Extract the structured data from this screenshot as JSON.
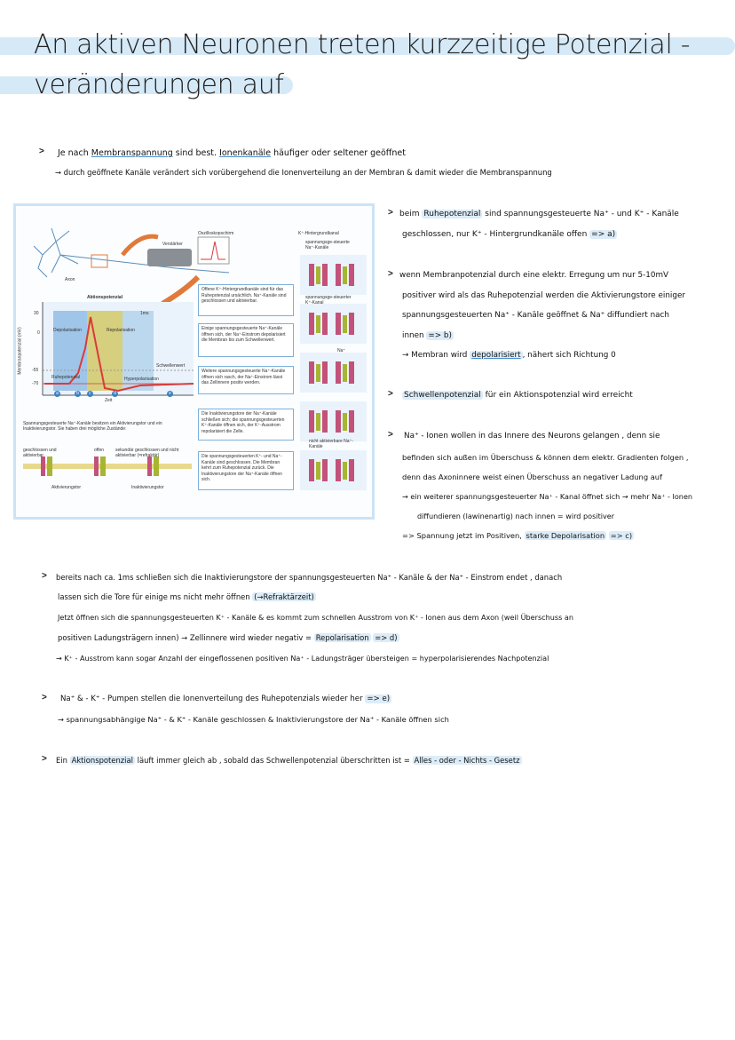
{
  "title": {
    "line1": "An aktiven Neuronen treten kurzzeitige Potenzial -",
    "line2": "veränderungen auf"
  },
  "intro": {
    "l1a": "Je nach ",
    "l1b": "Membranspannung",
    "l1c": " sind best. ",
    "l1d": "Ionenkanäle",
    "l1e": " häufiger oder seltener geöffnet",
    "l2": "→ durch geöffnete Kanäle verändert sich vorübergehend die Ionenverteilung an der Membran & damit wieder die Membranspannung"
  },
  "right": {
    "a1a": "beim ",
    "a1b": "Ruhepotenzial",
    "a1c": " sind spannungsgesteuerte Na⁺ - und K⁺ - Kanäle",
    "a2": "geschlossen, nur K⁺ - Hintergrundkanäle offen",
    "a2tag": "=> a)",
    "b1": "wenn Membranpotenzial durch eine elektr. Erregung um nur 5-10mV",
    "b2": "positiver wird als das Ruhepotenzial werden die Aktivierungstore einiger",
    "b3": "spannungsgesteuerten Na⁺ - Kanäle geöffnet & Na⁺ diffundiert nach",
    "b4": "innen",
    "b4tag": "=> b)",
    "b5a": "→ Membran wird ",
    "b5b": "depolarisiert",
    "b5c": ", nähert sich Richtung 0",
    "c1a": "Schwellenpotenzial",
    "c1b": " für ein Aktionspotenzial wird erreicht",
    "d1": "Na⁺ - Ionen wollen in das Innere des Neurons gelangen , denn sie",
    "d2": "befinden sich außen im Überschuss & können dem elektr. Gradienten folgen ,",
    "d3": "denn das Axoninnere weist einen Überschuss an negativer Ladung auf",
    "d4": "→ ein weiterer spannungsgesteuerter Na⁺ - Kanal öffnet sich → mehr Na⁺ - Ionen",
    "d5": "diffundieren (lawinenartig) nach innen = wird positiver",
    "d6a": "=> Spannung jetzt im Positiven, ",
    "d6b": "starke Depolarisation",
    "d6tag": "=> c)"
  },
  "lower": {
    "e1": "bereits nach ca. 1ms schließen sich die Inaktivierungstore der spannungsgesteuerten Na⁺ - Kanäle          & der Na⁺ - Einstrom endet , danach",
    "e2a": "lassen sich die Tore für einige ms nicht mehr öffnen ",
    "e2b": "(→Refraktärzeit)",
    "e3": "Jetzt öffnen sich die spannungsgesteuerten K⁺ - Kanäle & es kommt zum schnellen Ausstrom von K⁺ - Ionen aus dem Axon (weil Überschuss an",
    "e4a": "positiven Ladungsträgern innen) → Zellinnere wird wieder negativ = ",
    "e4b": "Repolarisation",
    "e4tag": "=> d)",
    "e5": "→ K⁺ - Ausstrom kann sogar Anzahl der eingeflossenen positiven Na⁺ - Ladungsträger übersteigen = hyperpolarisierendes Nachpotenzial",
    "f1": "Na⁺ & - K⁺ - Pumpen  stellen die Ionenverteilung des Ruhepotenzials wieder her",
    "f1tag": "=> e)",
    "f2": "→ spannungsabhängige Na⁺ - & K⁺ - Kanäle geschlossen & Inaktivierungstore der Na⁺ - Kanäle öffnen sich",
    "g1a": "Ein ",
    "g1b": "Aktionspotenzial",
    "g1c": " läuft immer gleich ab , sobald das Schwellenpotenzial überschritten ist = ",
    "g1d": "Alles - oder - Nichts - Gesetz"
  },
  "figure": {
    "axon": "Axon",
    "verstaerker": "Verstärker",
    "oszi": "Oszilloskopschirm",
    "k_hintergrund": "K⁺-Hintergrundkanal",
    "spannungs_na": "spannungsge-steuerte Na⁺-Kanäle",
    "spannungs_k": "spannungsge-steuerter K⁺-Kanal",
    "ap_title": "Aktionspotenzial",
    "ylabel": "Membranpotenzial (mV)",
    "depol": "Depolarisation",
    "repol": "Repolarisation",
    "ms": "1ms",
    "ruhe": "Ruhepotenzial",
    "schwelle": "Schwellenwert",
    "hyper": "Hyperpolarisation",
    "zeit": "Zeit",
    "y30": "30",
    "y0": "0",
    "y55": "-55",
    "y70": "-70",
    "box_a": "Offene K⁺-Hintergrundkanäle sind für das Ruhepotenzial ursächlich. Na⁺-Kanäle sind geschlossen und aktivierbar.",
    "box_b": "Einige spannungsgesteuerte Na⁺-Kanäle öffnen sich, der Na⁺-Einstrom depolarisiert die Membran bis zum Schwellenwert.",
    "box_c": "Weitere spannungsgesteuerte Na⁺-Kanäle öffnen sich rasch, der Na⁺-Einstrom lässt das Zellinnere positiv werden.",
    "box_d": "Die Inaktivierungstore der Na⁺-Kanäle schließen sich; die spannungsgesteuerten K⁺-Kanäle öffnen sich, der K⁺-Ausstrom repolarisiert die Zelle.",
    "box_e": "Die spannungsgesteuerten K⁺- und Na⁺-Kanäle sind geschlossen. Die Membran kehrt zum Ruhepotenzial zurück. Die Inaktivierungstore der Na⁺-Kanäle öffnen sich.",
    "na_label": "Na⁺",
    "nicht_akt": "nicht aktivierbare Na⁺-Kanäle",
    "legend_text": "Spannungsgesteuerte Na⁺-Kanäle besitzen ein Aktivierungstor und ein Inaktivierungstor. Sie haben drei mögliche Zustände:",
    "state1": "geschlossen und aktivierbar",
    "state2": "offen",
    "state3": "sekundär geschlossen und nicht aktivierbar (=refraktär)",
    "akt_tor": "Aktivierungstor",
    "inakt_tor": "Inaktivierungstor",
    "steps": [
      "a",
      "b",
      "c",
      "d",
      "e"
    ]
  }
}
